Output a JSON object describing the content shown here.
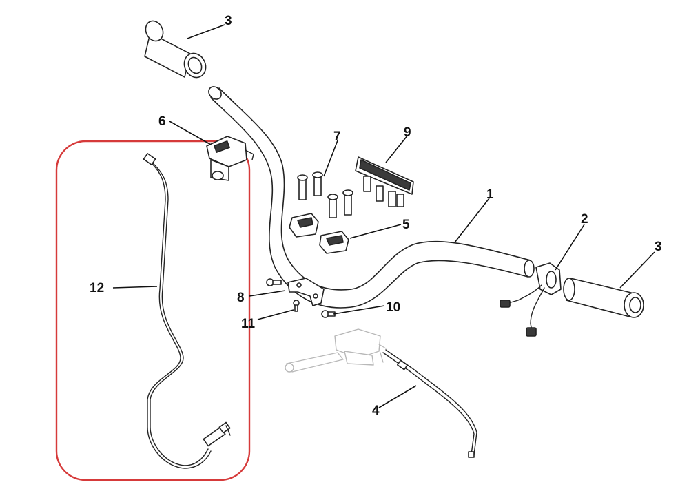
{
  "diagram": {
    "highlight_color": "#d63a3a",
    "callouts": [
      {
        "id": "1",
        "label": "1"
      },
      {
        "id": "2",
        "label": "2"
      },
      {
        "id": "3a",
        "label": "3"
      },
      {
        "id": "3b",
        "label": "3"
      },
      {
        "id": "4",
        "label": "4"
      },
      {
        "id": "5",
        "label": "5"
      },
      {
        "id": "6",
        "label": "6"
      },
      {
        "id": "7",
        "label": "7"
      },
      {
        "id": "8",
        "label": "8"
      },
      {
        "id": "9",
        "label": "9"
      },
      {
        "id": "10",
        "label": "10"
      },
      {
        "id": "11",
        "label": "11"
      },
      {
        "id": "12",
        "label": "12"
      }
    ]
  }
}
